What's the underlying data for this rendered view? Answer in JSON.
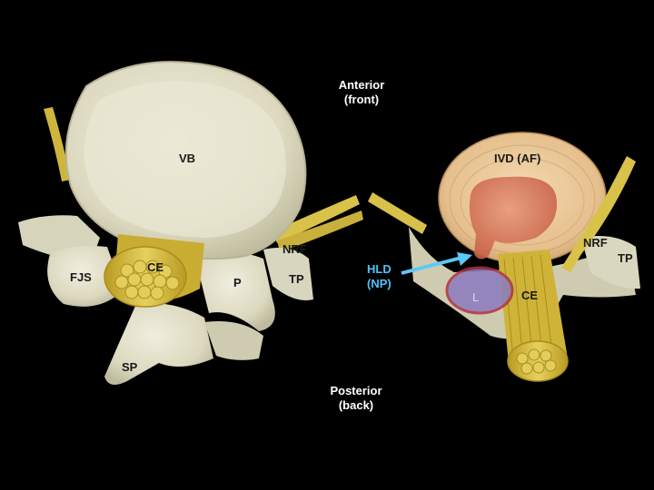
{
  "orientation": {
    "top_line1": "Anterior",
    "top_line2": "(front)",
    "bottom_line1": "Posterior",
    "bottom_line2": "(back)"
  },
  "left_model": {
    "vb": "VB",
    "ce": "CE",
    "fjs": "FJS",
    "p": "P",
    "nrf": "NRF",
    "tp": "TP",
    "sp": "SP"
  },
  "right_model": {
    "ivd": "IVD (AF)",
    "nrf": "NRF",
    "tp": "TP",
    "hld_line1": "HLD",
    "hld_line2": "(NP)",
    "l": "L",
    "ce": "CE"
  },
  "colors": {
    "background": "#000000",
    "label_text": "#1a1a1a",
    "white_text": "#ffffff",
    "hld_text": "#4fc3f7",
    "arrow": "#5bc8f5",
    "bone": "#e4e2cc",
    "nerve": "#d9c24a",
    "disc": "#e9c79a",
    "nucleus": "#d9765c",
    "l_marker": "#8a7bc0"
  }
}
